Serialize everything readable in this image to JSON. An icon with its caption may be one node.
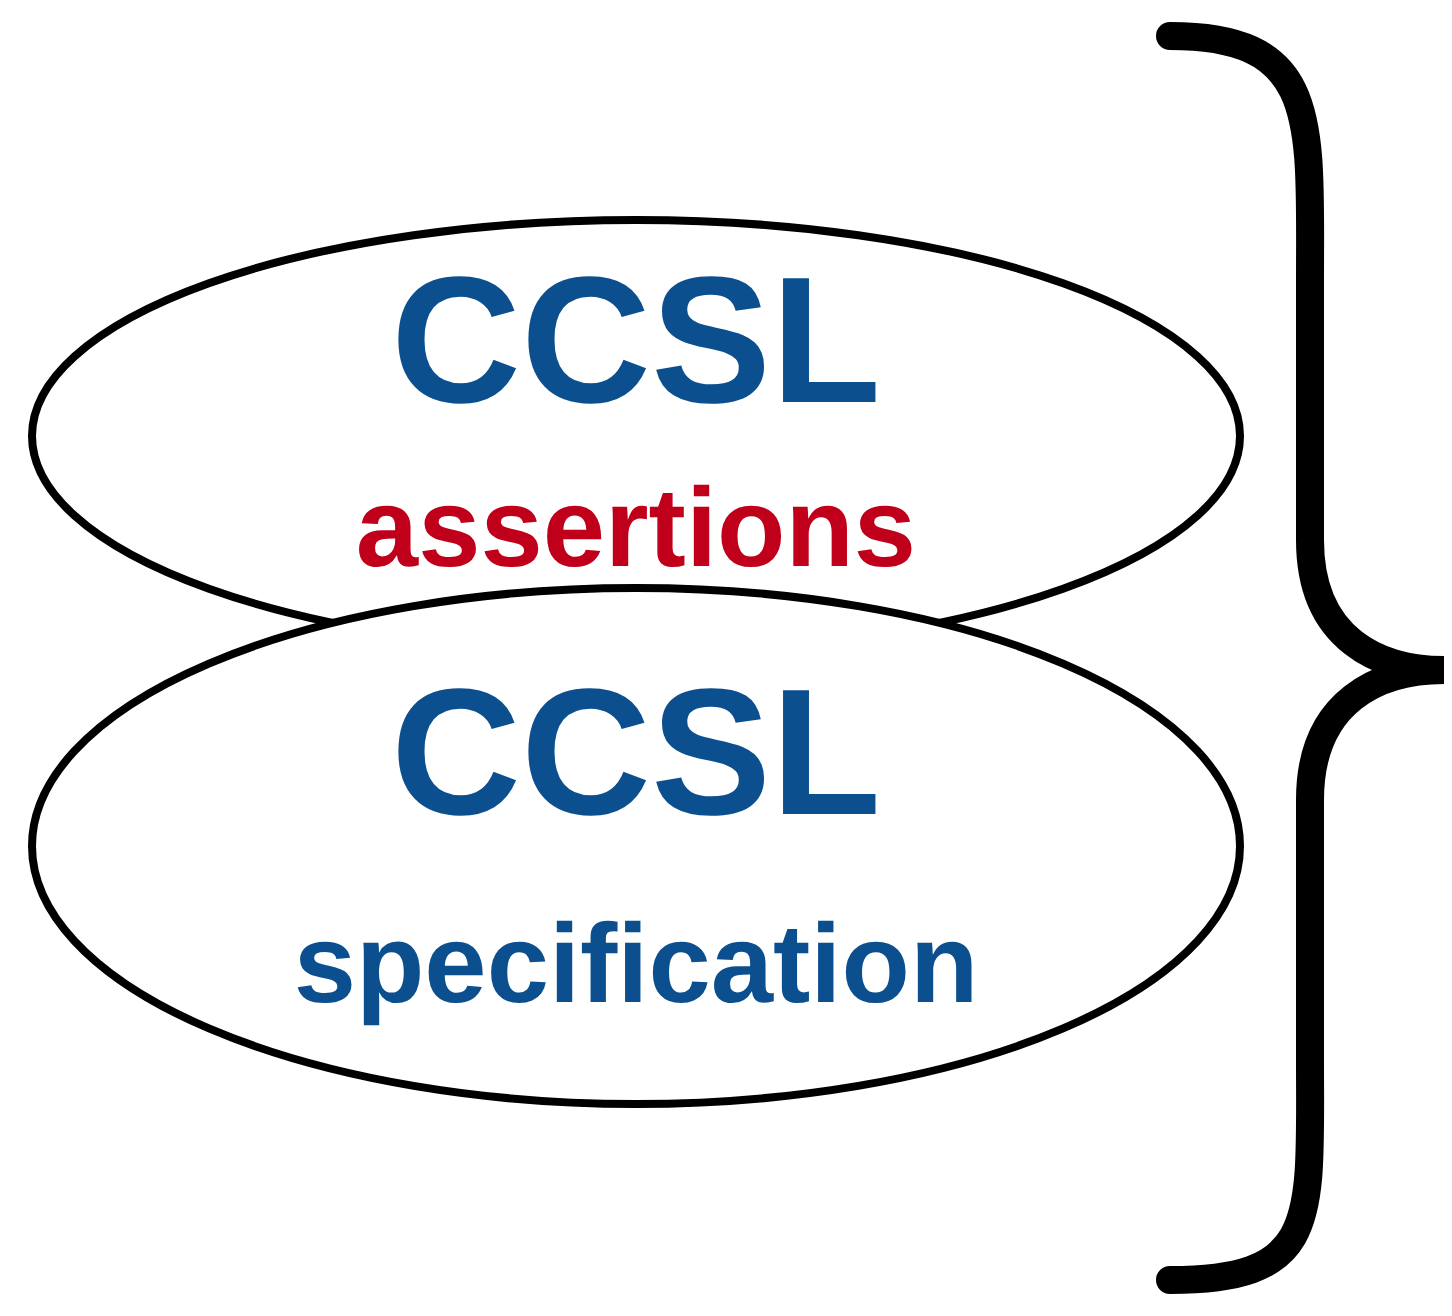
{
  "diagram": {
    "nodes": [
      {
        "text": [
          "CCSL",
          "assertions"
        ]
      },
      {
        "text": [
          "CCSL",
          "specification"
        ]
      }
    ]
  }
}
